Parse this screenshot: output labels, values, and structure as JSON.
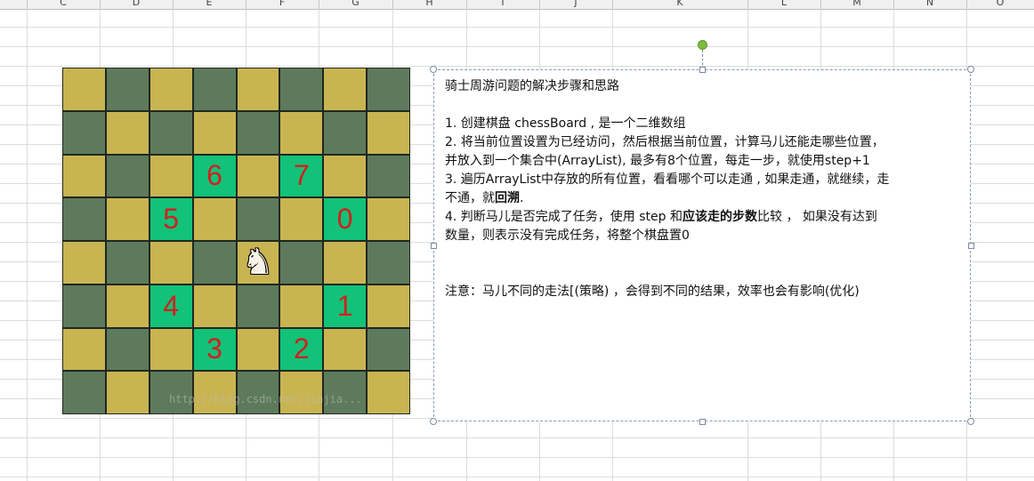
{
  "spreadsheet": {
    "columns": [
      "C",
      "D",
      "E",
      "F",
      "G",
      "H",
      "I",
      "J",
      "K",
      "L",
      "M",
      "N",
      "O"
    ]
  },
  "board": {
    "dark_color": "#5e7a5c",
    "light_color": "#c9b452",
    "highlight_color": "#11c278",
    "numbers": [
      "6",
      "7",
      "5",
      "0",
      "4",
      "1",
      "3",
      "2"
    ],
    "knight_icon": "chess-knight-icon",
    "watermark": "http://blog.csdn.net/jiajia..."
  },
  "textbox": {
    "title": "骑士周游问题的解决步骤和思路",
    "step1": "1. 创建棋盘 chessBoard , 是一个二维数组",
    "step2a": "2. 将当前位置设置为已经访问，然后根据当前位置，计算马儿还能走哪些位置，",
    "step2b": "并放入到一个集合中(ArrayList), 最多有8个位置，每走一步，就使用step+1",
    "step3a": "3. 遍历ArrayList中存放的所有位置，看看哪个可以走通 , 如果走通，就继续，走",
    "step3b_pre": "不通，就",
    "step3b_bold": "回溯",
    "step3b_post": ".",
    "step4a_pre": "4. 判断马儿是否完成了任务，使用 step 和",
    "step4a_bold": "应该走的步数",
    "step4a_post": "比较 ， 如果没有达到",
    "step4b": "数量，则表示没有完成任务，将整个棋盘置0",
    "note": "注意：马儿不同的走法[(策略) ，会得到不同的结果，效率也会有影响(优化)"
  }
}
